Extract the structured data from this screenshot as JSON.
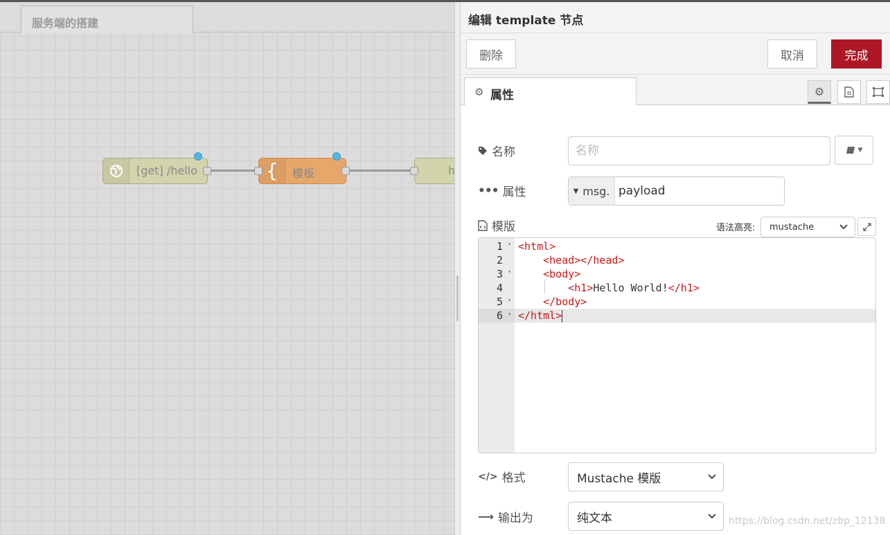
{
  "workspace": {
    "tab_label": "服务端的搭建",
    "nodes": [
      {
        "label": "[get] /hello",
        "icon": "globe-icon"
      },
      {
        "label": "模板",
        "icon": "curly-brace-icon"
      },
      {
        "label": "h",
        "icon": ""
      }
    ]
  },
  "panel": {
    "title": "编辑 template 节点",
    "buttons": {
      "delete": "删除",
      "cancel": "取消",
      "done": "完成"
    },
    "tabs": {
      "properties": "属性",
      "icons": [
        "gear-icon",
        "description-icon",
        "appearance-icon"
      ]
    },
    "form": {
      "name_label": "名称",
      "name_placeholder": "名称",
      "name_value": "",
      "property_label": "属性",
      "property_type": "msg.",
      "property_value": "payload",
      "template_label": "模版",
      "syntax_label": "语法高亮:",
      "syntax_value": "mustache",
      "format_label": "格式",
      "format_value": "Mustache 模版",
      "output_label": "输出为",
      "output_value": "纯文本"
    },
    "code_lines": [
      {
        "num": "1",
        "fold": "▾",
        "indent": "",
        "parts": [
          {
            "t": "tag",
            "v": "<html>"
          }
        ]
      },
      {
        "num": "2",
        "fold": "",
        "indent": "    ",
        "parts": [
          {
            "t": "tag",
            "v": "<head></head>"
          }
        ]
      },
      {
        "num": "3",
        "fold": "▾",
        "indent": "    ",
        "parts": [
          {
            "t": "tag",
            "v": "<body>"
          }
        ]
      },
      {
        "num": "4",
        "fold": "",
        "indent": "        ",
        "parts": [
          {
            "t": "tag",
            "v": "<h1>"
          },
          {
            "t": "txt",
            "v": "Hello World!"
          },
          {
            "t": "tag",
            "v": "</h1>"
          }
        ]
      },
      {
        "num": "5",
        "fold": "▴",
        "indent": "    ",
        "parts": [
          {
            "t": "tag",
            "v": "</body>"
          }
        ]
      },
      {
        "num": "6",
        "fold": "▴",
        "indent": "",
        "parts": [
          {
            "t": "tag",
            "v": "</html>"
          }
        ]
      }
    ],
    "active_line": "6"
  },
  "watermark": "https://blog.csdn.net/zbp_12138",
  "colors": {
    "primary_button": "#ad1625",
    "node_http_in": "#d3d4ac",
    "node_template": "#e7a76b",
    "status_dot": "#5ab4e0",
    "code_tag": "#c41a16"
  }
}
